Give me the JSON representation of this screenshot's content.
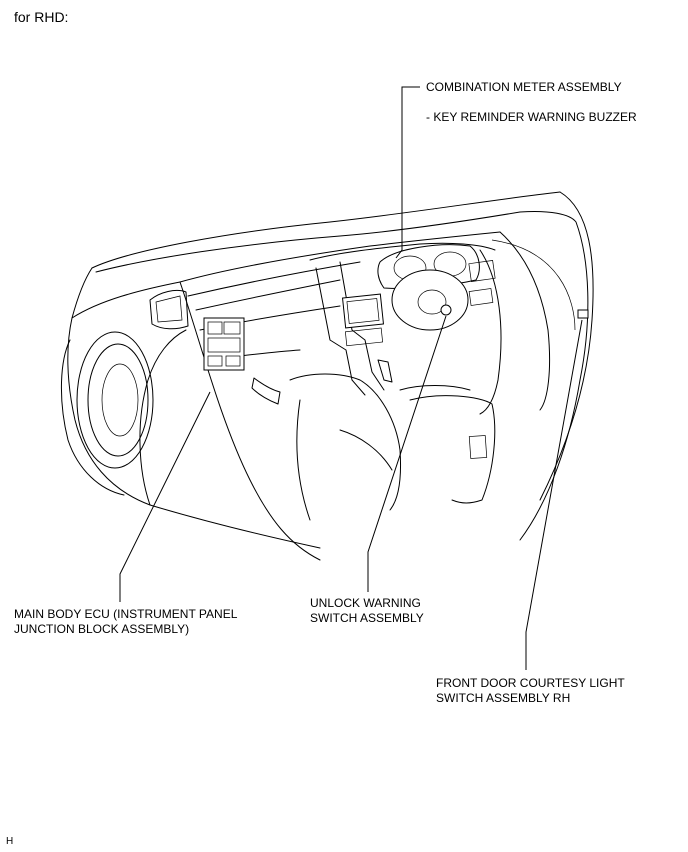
{
  "heading": "for RHD:",
  "labels": {
    "combination_meter": "COMBINATION METER ASSEMBLY",
    "key_reminder": "- KEY REMINDER WARNING BUZZER",
    "main_body_ecu_line1": "MAIN BODY ECU (INSTRUMENT PANEL",
    "main_body_ecu_line2": "JUNCTION BLOCK ASSEMBLY)",
    "unlock_warning_line1": "UNLOCK WARNING",
    "unlock_warning_line2": "SWITCH ASSEMBLY",
    "front_door_line1": "FRONT DOOR COURTESY LIGHT",
    "front_door_line2": "SWITCH ASSEMBLY RH"
  },
  "corner_mark": "H"
}
